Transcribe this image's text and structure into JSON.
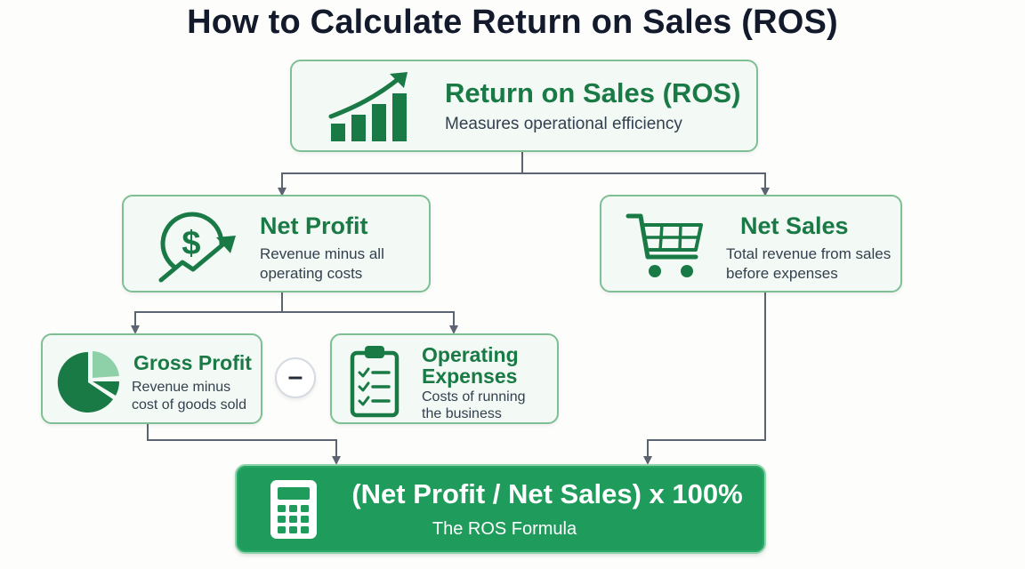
{
  "title": "How to Calculate Return on Sales (ROS)",
  "nodes": {
    "ros": {
      "head": "Return on Sales (ROS)",
      "desc": "Measures operational efficiency",
      "icon": "growth-chart-icon"
    },
    "net_profit": {
      "head": "Net Profit",
      "desc_lines": [
        "Revenue minus all",
        "operating costs"
      ],
      "icon": "dollar-growth-icon"
    },
    "net_sales": {
      "head": "Net Sales",
      "desc_lines": [
        "Total revenue from sales",
        "before expenses"
      ],
      "icon": "shopping-cart-icon"
    },
    "gross_profit": {
      "head": "Gross Profit",
      "desc_lines": [
        "Revenue minus",
        "cost of goods sold"
      ],
      "icon": "pie-chart-icon"
    },
    "operating_expenses": {
      "head_lines": [
        "Operating",
        "Expenses"
      ],
      "desc_lines": [
        "Costs of running",
        "the business"
      ],
      "icon": "checklist-clipboard-icon"
    }
  },
  "operator": "–",
  "formula": {
    "expression": "(Net Profit / Net Sales) x 100%",
    "caption": "The ROS Formula",
    "icon": "calculator-icon"
  },
  "colors": {
    "accent": "#1a7a46",
    "box_fill": "#f3f9f4",
    "box_border": "#7fbf94",
    "formula_fill": "#1f9c5c",
    "connector": "#5b6470"
  }
}
